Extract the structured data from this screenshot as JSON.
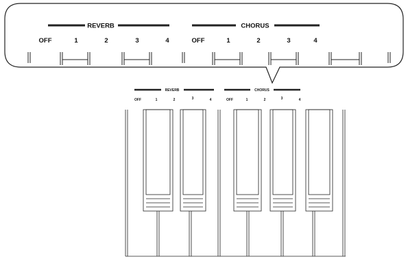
{
  "callout": {
    "reverb_label": "REVERB",
    "chorus_label": "CHORUS",
    "positions": [
      "OFF",
      "1",
      "2",
      "3",
      "4",
      "OFF",
      "1",
      "2",
      "3",
      "4"
    ]
  },
  "keyboard": {
    "reverb_label": "REVERB",
    "chorus_label": "CHORUS",
    "positions": [
      "OFF",
      "1",
      "2",
      "3",
      "4",
      "OFF",
      "1",
      "2",
      "3",
      "4"
    ]
  }
}
